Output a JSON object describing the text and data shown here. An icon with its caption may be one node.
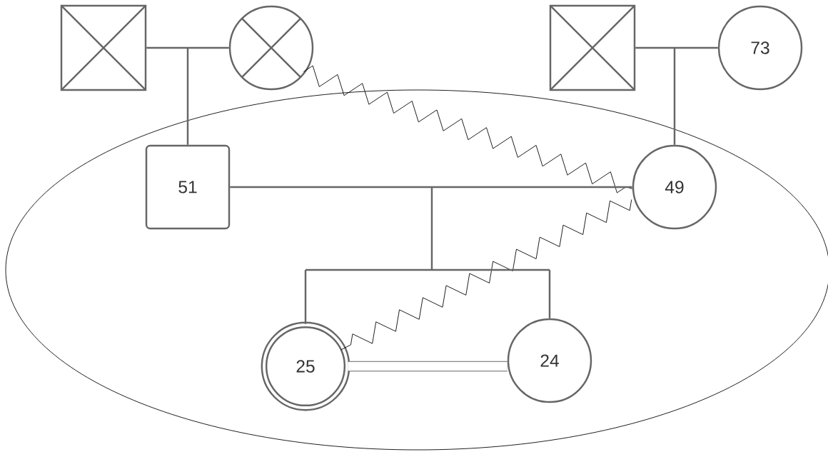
{
  "diagram": {
    "nodes": [
      {
        "text": [],
        "shape": "box"
      },
      {
        "text": [],
        "shape": "circle"
      },
      {
        "text": [],
        "shape": "box"
      },
      {
        "text": [
          "73"
        ]
      },
      {
        "text": [],
        "shape": "ellipse"
      },
      {
        "text": [
          "51"
        ],
        "in": 4
      },
      {
        "text": [
          "49"
        ],
        "in": 4
      },
      {
        "text": [
          "25"
        ],
        "in": 4
      },
      {
        "text": [
          "24"
        ],
        "in": 4
      }
    ],
    "edges": [
      {
        "from": 0,
        "to": 1,
        "arrow": "none"
      },
      {
        "from": 0,
        "to": 5,
        "arrow": "none"
      },
      {
        "from": 1,
        "to": 5,
        "arrow": "none"
      },
      {
        "from": 2,
        "to": 3,
        "arrow": "none"
      },
      {
        "from": 2,
        "to": 6,
        "arrow": "none"
      },
      {
        "from": 3,
        "to": 6,
        "arrow": "none"
      },
      {
        "from": 5,
        "to": 6,
        "arrow": "none"
      },
      {
        "from": 5,
        "to": 7,
        "arrow": "none"
      },
      {
        "from": 5,
        "to": 8,
        "arrow": "none"
      },
      {
        "from": 6,
        "to": 7,
        "arrow": "none"
      },
      {
        "from": 6,
        "to": 8,
        "arrow": "none"
      },
      {
        "from": 1,
        "to": 6,
        "arrow": "none",
        "color": "#000000"
      },
      {
        "from": 6,
        "to": 7,
        "arrow": "none",
        "color": "#000000"
      },
      {
        "from": 7,
        "to": 8,
        "arrow": "none",
        "style": "thick"
      }
    ]
  }
}
